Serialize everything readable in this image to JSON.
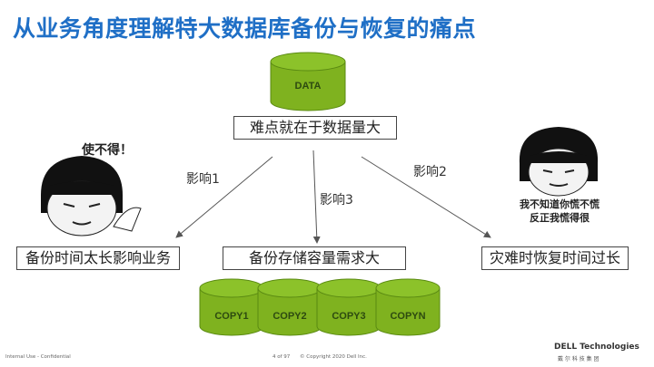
{
  "title": "从业务角度理解特大数据库备份与恢复的痛点",
  "center": {
    "cylinder_label": "DATA",
    "box": "难点就在于数据量大"
  },
  "arrows": {
    "left": "影响1",
    "middle": "影响3",
    "right": "影响2"
  },
  "outcomes": {
    "left": "备份时间太长影响业务",
    "middle": "备份存储容量需求大",
    "right": "灾难时恢复时间过长"
  },
  "copies": [
    "COPY1",
    "COPY2",
    "COPY3",
    "COPYN"
  ],
  "memes": {
    "left_caption": "使不得！",
    "right_caption_1": "我不知道你慌不慌",
    "right_caption_2": "反正我慌得很"
  },
  "footer": {
    "classification": "Internal Use - Confidential",
    "page": "4 of 97",
    "copyright": "© Copyright 2020 Dell Inc.",
    "brand": "DELL Technologies",
    "brand_cn": "戴 尔 科 技 集 团"
  },
  "colors": {
    "title": "#1f6fc6",
    "cylinder": "#7fb21f",
    "cylinder_dark": "#5a8a12"
  }
}
